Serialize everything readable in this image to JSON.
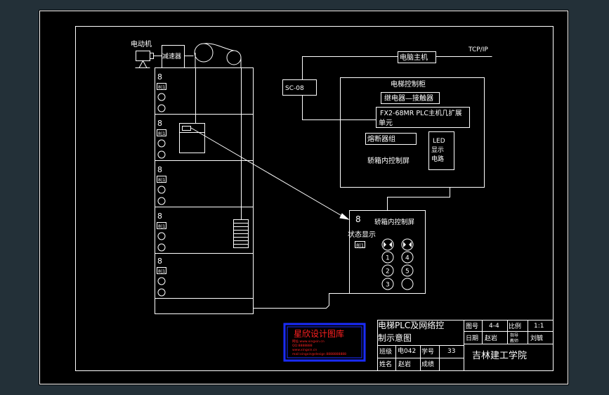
{
  "colors": {
    "background": "#233038",
    "sheet": "#000000",
    "line": "#ffffff",
    "stamp_red": "#ff2020",
    "stamp_blue": "#1a2cff"
  },
  "motor": {
    "label": "电动机"
  },
  "reducer": {
    "label": "减速器"
  },
  "host": {
    "label": "电脑主机"
  },
  "network": {
    "label": "TCP/IP"
  },
  "sc": {
    "label": "SC-08"
  },
  "cabinet": {
    "title": "电梯控制柜",
    "relay": "继电器—接触器",
    "plc_line1": "FX2-68MR PLC主机几扩展",
    "plc_line2": "单元",
    "fuse": "熔断器组",
    "led_1": "LED",
    "led_2": "显示",
    "led_3": "电路",
    "car_panel_label": "轿箱内控制屏"
  },
  "car_panel": {
    "title": "轿箱内控制屏",
    "status": "状态显示",
    "seg_digit": "8",
    "status_digits": "8|1",
    "buttons": [
      "1",
      "4",
      "2",
      "5",
      "3",
      ""
    ]
  },
  "floor_indicator": {
    "digit": "8",
    "pair": "8|1"
  },
  "stamp": {
    "title": "星欣设计图库",
    "line1": "网址:www.xingxin.cn",
    "line2": "QQ:8888888",
    "line3": "www.xingxin.cn",
    "line4": "mail:xingxin@design 8888888888"
  },
  "title_block": {
    "drawing_title_1": "电梯PLC及网络控",
    "drawing_title_2": "制示意图",
    "fig_no_label": "图号",
    "fig_no": "4-4",
    "scale_label": "比例",
    "scale": "1:1",
    "date_label": "日期",
    "date_value": "赵岩",
    "teacher_label_1": "指导",
    "teacher_label_2": "教师",
    "teacher": "刘毓",
    "class_label": "班级",
    "class_value": "电042",
    "student_no_label": "学号",
    "student_no": "33",
    "school": "吉林建工学院",
    "name_label": "姓名",
    "name_value": "赵岩",
    "grade_label": "成绩"
  }
}
